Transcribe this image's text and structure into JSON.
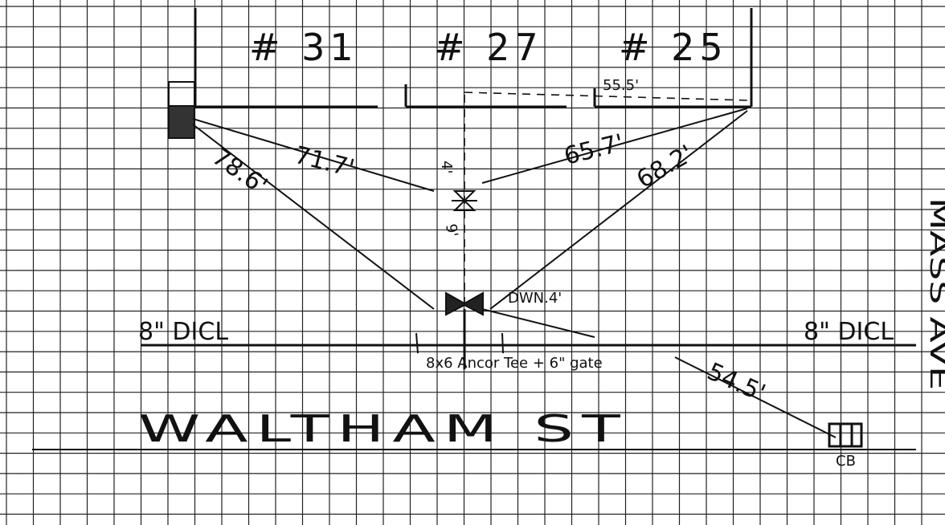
{
  "houses": [
    "# 31",
    "# 27",
    "# 25"
  ],
  "street": {
    "name": "WALTHAM ST",
    "pipe_left": "8\" DICL",
    "pipe_right": "8\" DICL"
  },
  "cross_street": "MASS AVE",
  "measurements": {
    "frontage_dashed": "55.5'",
    "corner_to_valve": "71.7'",
    "corner_to_tee": "78.6'",
    "right_to_valve": "65.7'",
    "right_to_tee": "68.2'",
    "curb_to_valve": "4'",
    "valve_to_tee": "9'",
    "tee_to_cb": "54.5'"
  },
  "tee_note": "DWN.4'",
  "fitting_note": "8x6 Ancor Tee + 6\" gate",
  "catch_basin": "CB"
}
